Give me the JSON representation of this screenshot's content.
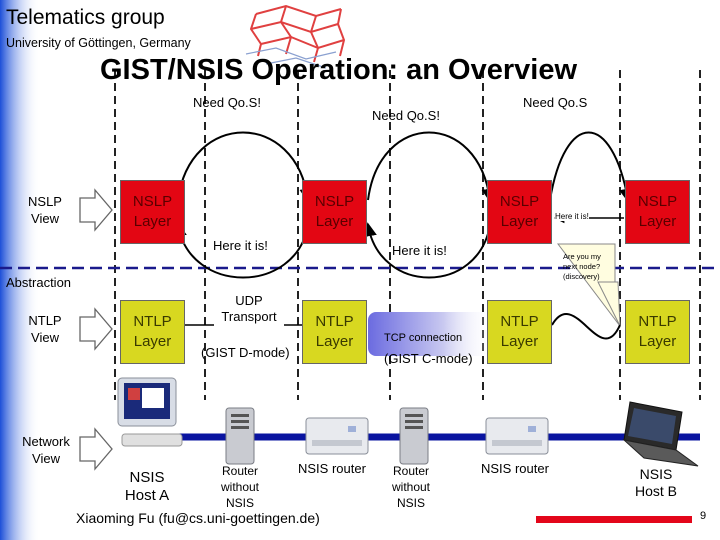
{
  "header": {
    "group": "Telematics group",
    "university": "University of Göttingen, Germany"
  },
  "title": "GIST/NSIS Operation: an Overview",
  "views": {
    "nslp": [
      "NSLP",
      "View"
    ],
    "ntlp": [
      "NTLP",
      "View"
    ],
    "network": [
      "Network",
      "View"
    ]
  },
  "abstraction_label": "Abstraction",
  "nslp_boxes": [
    [
      "NSLP",
      "Layer"
    ],
    [
      "NSLP",
      "Layer"
    ],
    [
      "NSLP",
      "Layer"
    ],
    [
      "NSLP",
      "Layer"
    ]
  ],
  "ntlp_boxes": [
    [
      "NTLP",
      "Layer"
    ],
    [
      "NTLP",
      "Layer"
    ],
    [
      "NTLP",
      "Layer"
    ],
    [
      "NTLP",
      "Layer"
    ]
  ],
  "arcs": {
    "need_qos_1": "Need Qo.S!",
    "need_qos_2": "Need Qo.S!",
    "need_qos_3": "Need Qo.S",
    "here_it_is_1": "Here it is!",
    "here_it_is_2": "Here it is!",
    "here_it_is_small": "Here it is!",
    "discovery_question": [
      "Are you my",
      "next node?",
      "(discovery)"
    ]
  },
  "transport": {
    "udp": [
      "UDP",
      "Transport"
    ],
    "dmode": "(GIST D-mode)",
    "tcp": "TCP connection",
    "cmode": "(GIST C-mode)"
  },
  "nodes": {
    "host_a": [
      "NSIS",
      "Host A"
    ],
    "router_without_1": [
      "Router",
      "without",
      "NSIS"
    ],
    "nsis_router_1": "NSIS router",
    "router_without_2": [
      "Router",
      "without",
      "NSIS"
    ],
    "nsis_router_2": "NSIS router",
    "host_b": [
      "NSIS",
      "Host B"
    ]
  },
  "footer": {
    "author": "Xiaoming Fu (fu@cs.uni-goettingen.de)",
    "page_number": "9"
  },
  "colors": {
    "nslp_red": "#e30613",
    "ntlp_yellow": "#d8d820",
    "left_bar": "#1c4fd8",
    "abstraction_line": "#1a1a8c",
    "network_line": "#0a14a0",
    "footer_bar": "#e3061a"
  }
}
